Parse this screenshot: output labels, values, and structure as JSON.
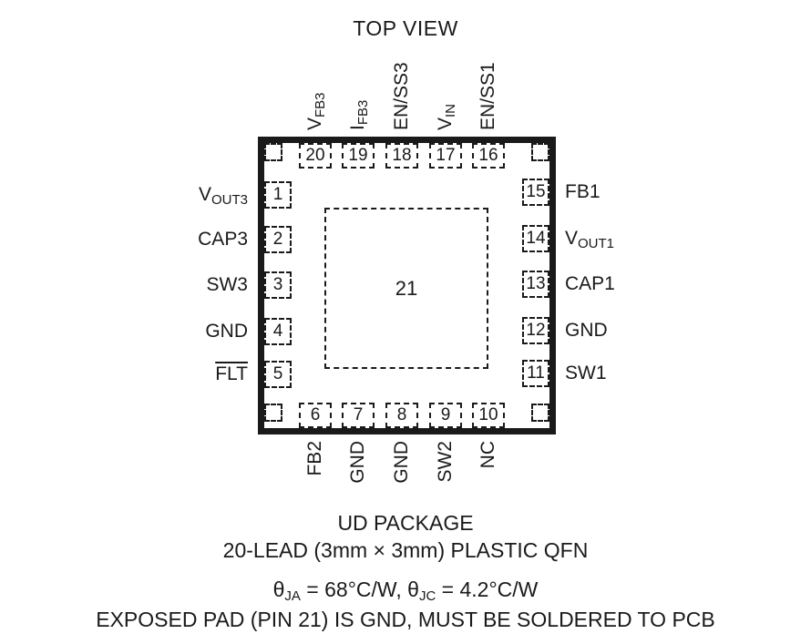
{
  "title": "TOP VIEW",
  "package": {
    "center_pad": {
      "number": "21"
    },
    "pins": {
      "top": [
        {
          "number": "20",
          "label": {
            "main": "V",
            "sub": "FB3"
          }
        },
        {
          "number": "19",
          "label": {
            "main": "I",
            "sub": "FB3"
          }
        },
        {
          "number": "18",
          "label": {
            "main": "EN/SS3",
            "sub": ""
          }
        },
        {
          "number": "17",
          "label": {
            "main": "V",
            "sub": "IN"
          }
        },
        {
          "number": "16",
          "label": {
            "main": "EN/SS1",
            "sub": ""
          }
        }
      ],
      "left": [
        {
          "number": "1",
          "label": {
            "main": "V",
            "sub": "OUT3"
          }
        },
        {
          "number": "2",
          "label": {
            "main": "CAP3",
            "sub": ""
          }
        },
        {
          "number": "3",
          "label": {
            "main": "SW3",
            "sub": ""
          }
        },
        {
          "number": "4",
          "label": {
            "main": "GND",
            "sub": ""
          }
        },
        {
          "number": "5",
          "label": {
            "main": "FLT",
            "sub": ""
          }
        }
      ],
      "right": [
        {
          "number": "15",
          "label": {
            "main": "FB1",
            "sub": ""
          }
        },
        {
          "number": "14",
          "label": {
            "main": "V",
            "sub": "OUT1"
          }
        },
        {
          "number": "13",
          "label": {
            "main": "CAP1",
            "sub": ""
          }
        },
        {
          "number": "12",
          "label": {
            "main": "GND",
            "sub": ""
          }
        },
        {
          "number": "11",
          "label": {
            "main": "SW1",
            "sub": ""
          }
        }
      ],
      "bottom": [
        {
          "number": "6",
          "label": {
            "main": "FB2",
            "sub": ""
          }
        },
        {
          "number": "7",
          "label": {
            "main": "GND",
            "sub": ""
          }
        },
        {
          "number": "8",
          "label": {
            "main": "GND",
            "sub": ""
          }
        },
        {
          "number": "9",
          "label": {
            "main": "SW2",
            "sub": ""
          }
        },
        {
          "number": "10",
          "label": {
            "main": "NC",
            "sub": ""
          }
        }
      ]
    }
  },
  "footer": {
    "package_name": "UD PACKAGE",
    "package_desc": "20-LEAD (3mm × 3mm) PLASTIC QFN",
    "thermal": {
      "t1": "θ",
      "s1": "JA",
      "t2": " = 68°C/W, θ",
      "s2": "JC",
      "t3": " = 4.2°C/W"
    },
    "exposed_pad_note": "EXPOSED PAD (PIN 21) IS GND, MUST BE SOLDERED TO PCB"
  },
  "colors": {
    "line": "#1a1a1a",
    "background": "#ffffff"
  }
}
